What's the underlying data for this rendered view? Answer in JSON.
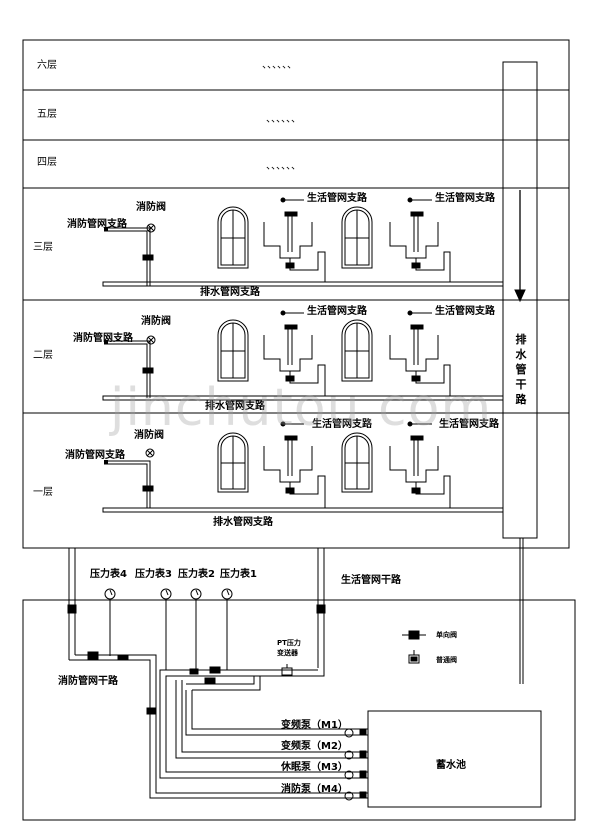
{
  "floors": {
    "f6": "六层",
    "f5": "五层",
    "f4": "四层",
    "f3": "三层",
    "f2": "二层",
    "f1": "一层",
    "dots": "、、、、、、"
  },
  "labels": {
    "fire_branch": "消防管网支路",
    "fire_valve": "消防阀",
    "life_branch": "生活管网支路",
    "drain_branch": "排水管网支路",
    "drain_trunk": "排水管干路",
    "life_trunk": "生活管网干路",
    "fire_trunk": "消防管网干路",
    "gauge1": "压力表1",
    "gauge2": "压力表2",
    "gauge3": "压力表3",
    "gauge4": "压力表4",
    "pt_line1": "PT压力",
    "pt_line2": "变送器",
    "check_valve": "单向阀",
    "normal_valve": "普通阀",
    "pump_m1": "变频泵（M1）",
    "pump_m2": "变频泵（M2）",
    "pump_m3": "休眠泵（M3）",
    "pump_m4": "消防泵（M4）",
    "tank": "蓄水池"
  },
  "watermark": "jinchutou.com",
  "colors": {
    "line": "#000000",
    "watermark": "#b4b4b4"
  }
}
